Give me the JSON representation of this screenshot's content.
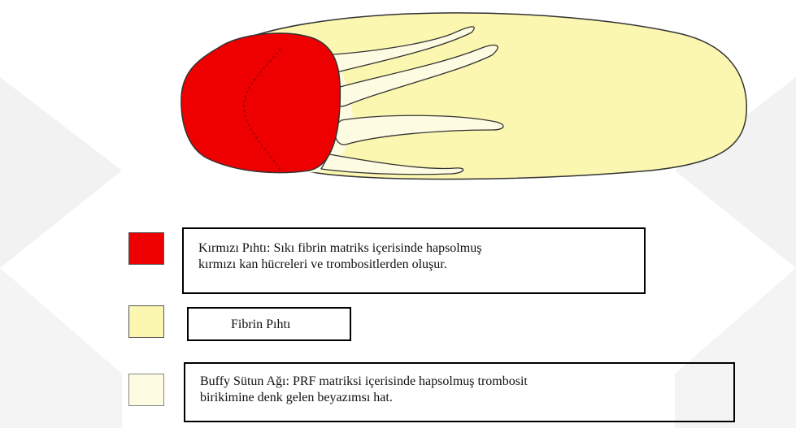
{
  "colors": {
    "red_clot": "#ee0000",
    "fibrin_clot": "#fbf7b0",
    "buffy_coat": "#fdfbe2",
    "outline": "#333333",
    "watermark": "#f1f1f1"
  },
  "legend": [
    {
      "swatch": "red",
      "line1": "Kırmızı Pıhtı: Sıkı fibrin matriks içerisinde hapsolmuş",
      "line2": "kırmızı kan hücreleri ve trombositlerden oluşur."
    },
    {
      "swatch": "yellow",
      "line1": "Fibrin Pıhtı",
      "line2": ""
    },
    {
      "swatch": "cream",
      "line1": "Buffy Sütun Ağı: PRF matriksi içerisinde hapsolmuş trombosit",
      "line2": "birikimine denk gelen beyazımsı hat."
    }
  ]
}
